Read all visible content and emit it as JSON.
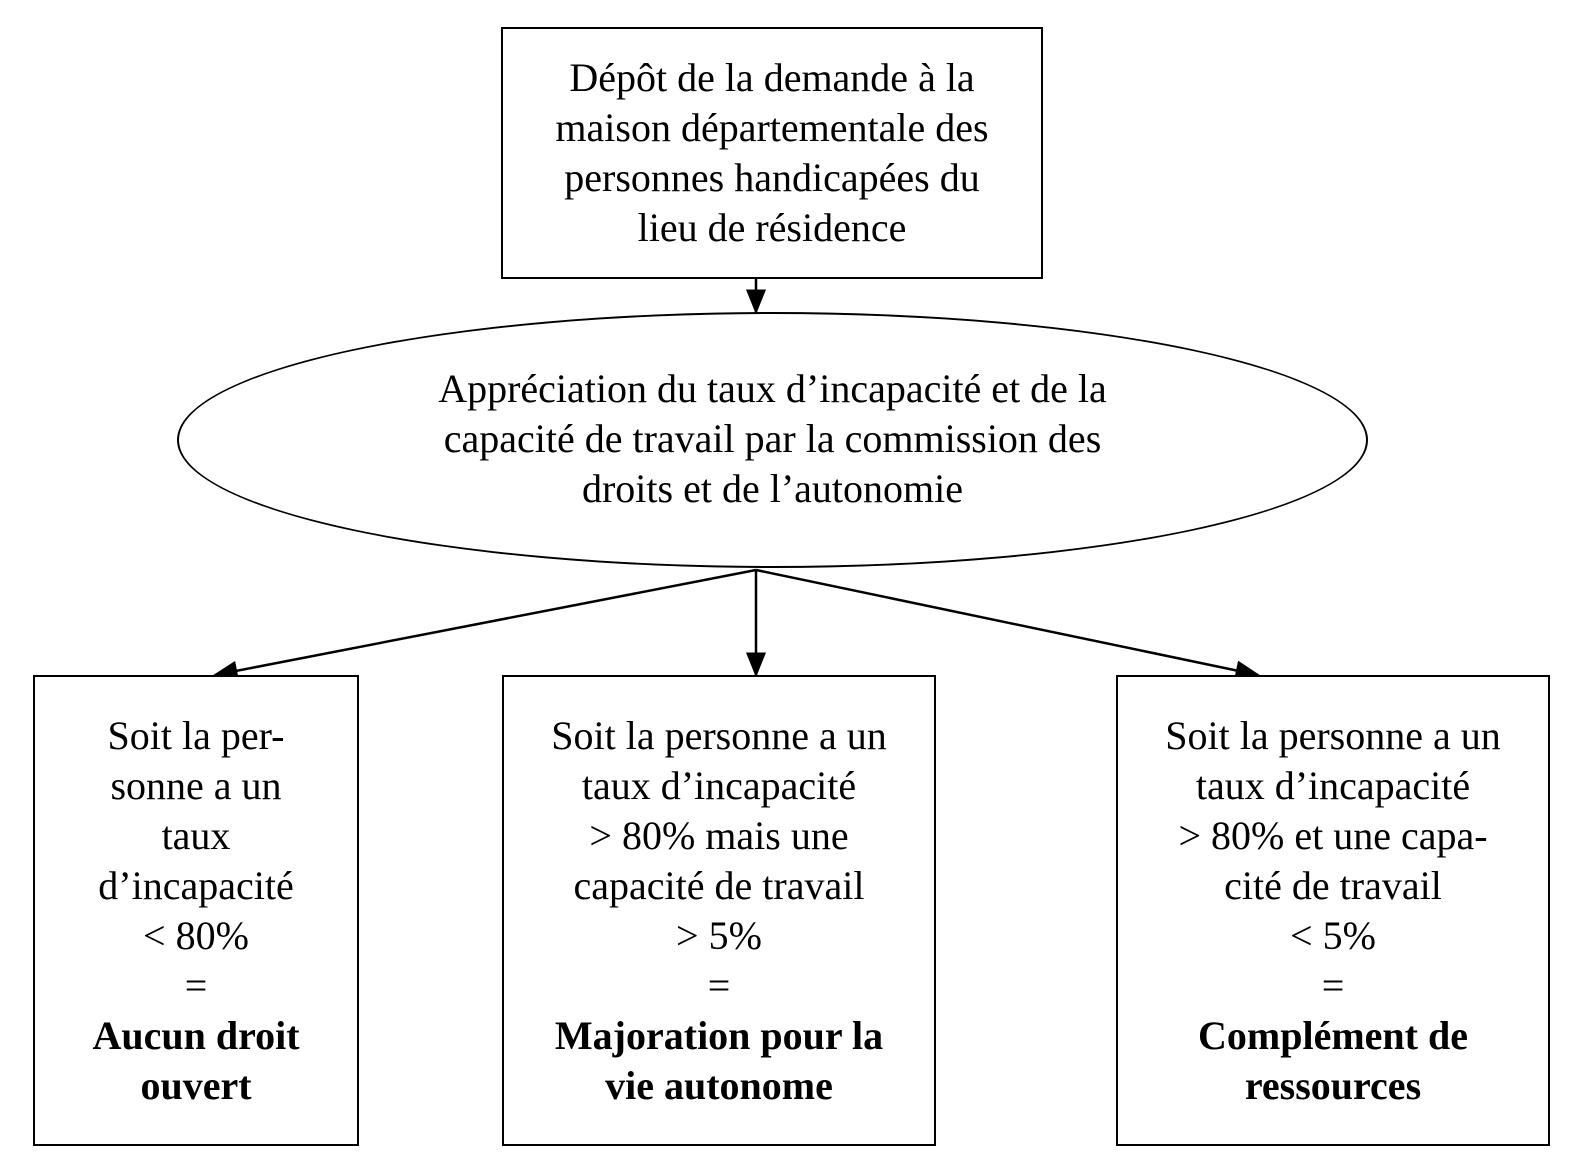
{
  "colors": {
    "stroke": "#000000",
    "background": "#ffffff"
  },
  "diagram": {
    "depot": {
      "lines": [
        "Dépôt de la demande à la",
        "maison départementale des",
        "personnes handicapées du",
        "lieu de résidence"
      ]
    },
    "appreciation": {
      "lines": [
        "Appréciation du taux d’incapacité et de la",
        "capacité de travail par la commission des",
        "droits et de l’autonomie"
      ]
    },
    "outcomes": [
      {
        "lines": [
          "Soit la per-",
          "sonne a un",
          "taux",
          "d’incapacité",
          "< 80%",
          "="
        ],
        "result": [
          "Aucun droit",
          "ouvert"
        ]
      },
      {
        "lines": [
          "Soit la personne a un",
          "taux d’incapacité",
          "> 80% mais une",
          "capacité de travail",
          "> 5%",
          "="
        ],
        "result": [
          "Majoration pour la",
          "vie autonome"
        ]
      },
      {
        "lines": [
          "Soit la personne a un",
          "taux d’incapacité",
          "> 80% et une capa-",
          "cité de travail",
          "< 5%",
          "="
        ],
        "result": [
          "Complément de",
          "ressources"
        ]
      }
    ]
  }
}
